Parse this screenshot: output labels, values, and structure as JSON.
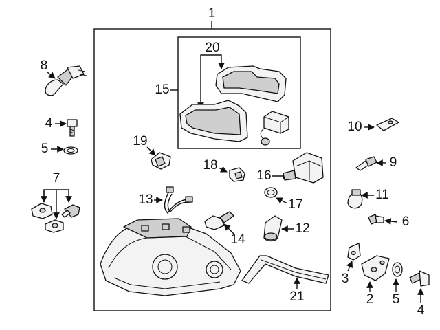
{
  "diagram": {
    "callouts": [
      "1",
      "2",
      "3",
      "4",
      "4",
      "5",
      "5",
      "6",
      "7",
      "8",
      "9",
      "10",
      "11",
      "12",
      "13",
      "14",
      "15",
      "16",
      "17",
      "18",
      "19",
      "20",
      "21"
    ]
  },
  "colors": {
    "line": "#111111",
    "part_fill": "#f3f3f3",
    "part_dark": "#cfcfcf",
    "background": "#ffffff"
  }
}
